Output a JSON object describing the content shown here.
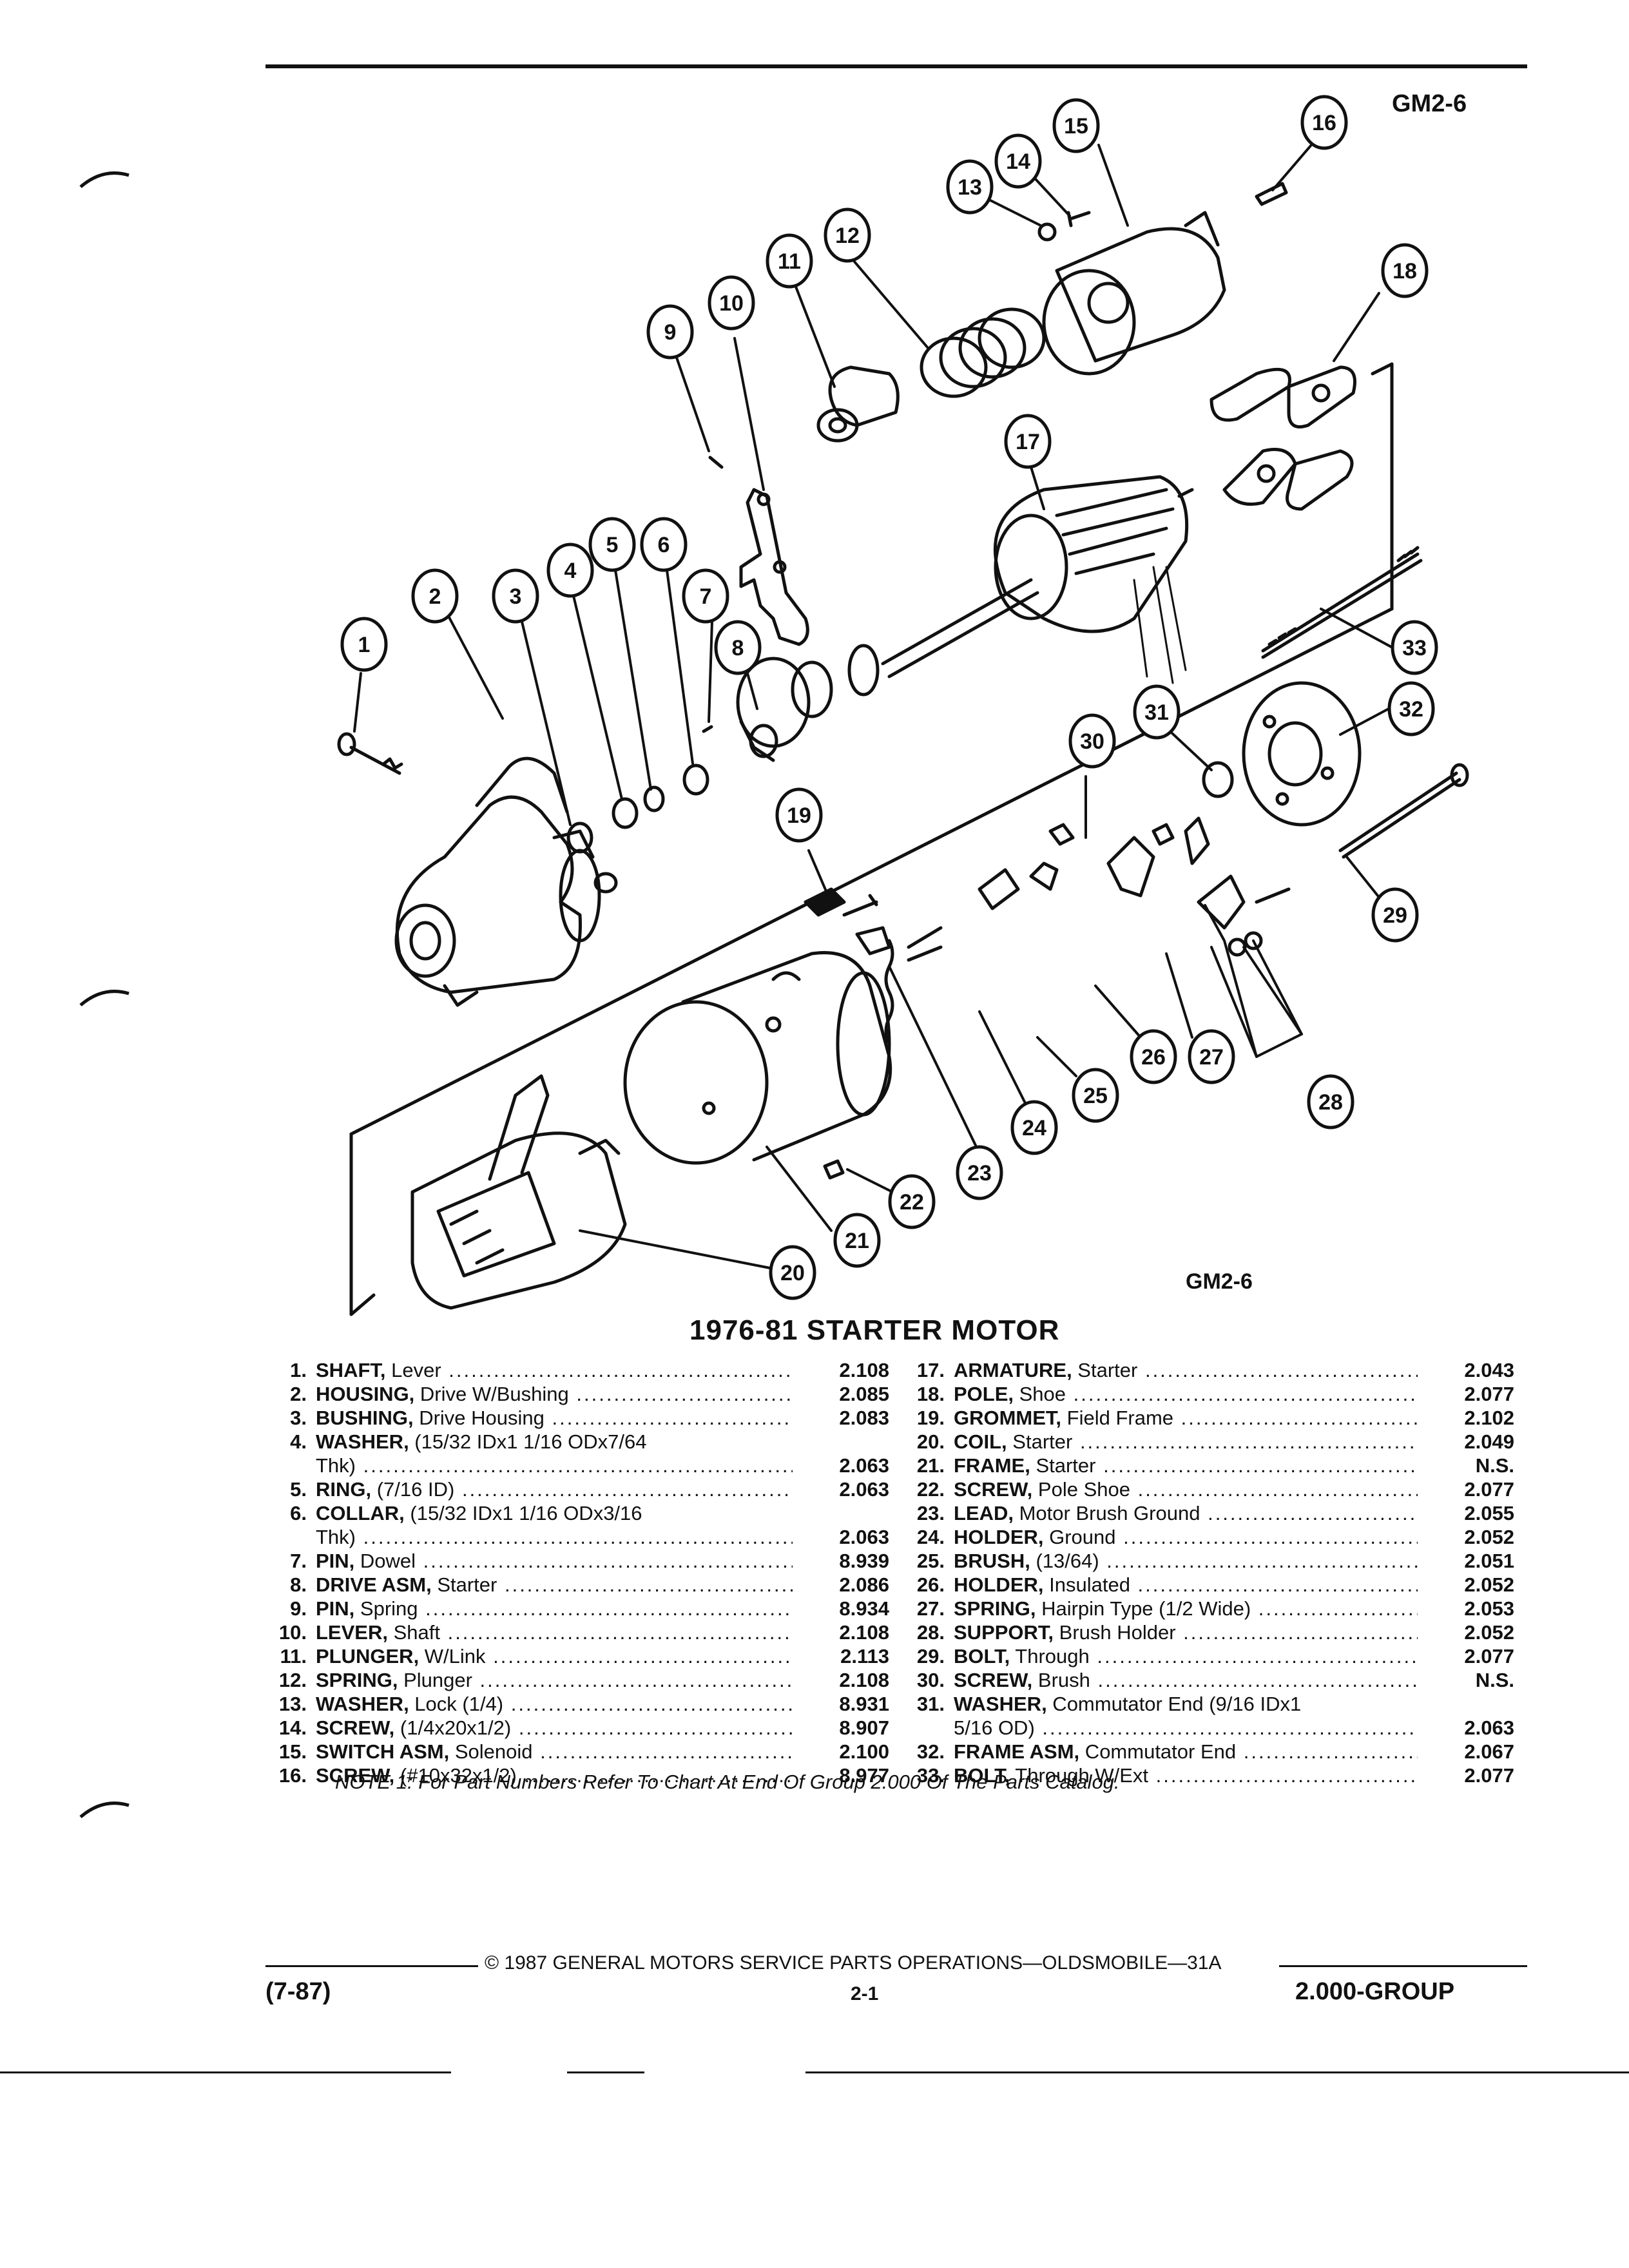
{
  "header": {
    "figure_code": "GM2-6"
  },
  "diagram": {
    "figure_code": "GM2-6",
    "callouts": [
      "1",
      "2",
      "3",
      "4",
      "5",
      "6",
      "7",
      "8",
      "9",
      "10",
      "11",
      "12",
      "13",
      "14",
      "15",
      "16",
      "17",
      "18",
      "19",
      "20",
      "21",
      "22",
      "23",
      "24",
      "25",
      "26",
      "27",
      "28",
      "29",
      "30",
      "31",
      "32",
      "33"
    ]
  },
  "title": "1976-81 STARTER MOTOR",
  "parts_left": [
    {
      "num": "1.",
      "name": "SHAFT,",
      "desc": " Lever",
      "value": "2.108"
    },
    {
      "num": "2.",
      "name": "HOUSING,",
      "desc": " Drive W/Bushing",
      "value": "2.085"
    },
    {
      "num": "3.",
      "name": "BUSHING,",
      "desc": " Drive Housing",
      "value": "2.083"
    },
    {
      "num": "4.",
      "name": "WASHER,",
      "desc": " (15/32 IDx1 1/16 ODx7/64",
      "value": ""
    },
    {
      "num": "",
      "name": "",
      "desc": "Thk)",
      "value": "2.063"
    },
    {
      "num": "5.",
      "name": "RING,",
      "desc": " (7/16 ID)",
      "value": "2.063"
    },
    {
      "num": "6.",
      "name": "COLLAR,",
      "desc": " (15/32 IDx1 1/16 ODx3/16",
      "value": ""
    },
    {
      "num": "",
      "name": "",
      "desc": "Thk)",
      "value": "2.063"
    },
    {
      "num": "7.",
      "name": "PIN,",
      "desc": " Dowel",
      "value": "8.939"
    },
    {
      "num": "8.",
      "name": "DRIVE ASM,",
      "desc": " Starter",
      "value": "2.086"
    },
    {
      "num": "9.",
      "name": "PIN,",
      "desc": " Spring",
      "value": "8.934"
    },
    {
      "num": "10.",
      "name": "LEVER,",
      "desc": " Shaft",
      "value": "2.108"
    },
    {
      "num": "11.",
      "name": "PLUNGER,",
      "desc": " W/Link",
      "value": "2.113"
    },
    {
      "num": "12.",
      "name": "SPRING,",
      "desc": " Plunger",
      "value": "2.108"
    },
    {
      "num": "13.",
      "name": "WASHER,",
      "desc": " Lock (1/4)",
      "value": "8.931"
    },
    {
      "num": "14.",
      "name": "SCREW,",
      "desc": " (1/4x20x1/2)",
      "value": "8.907"
    },
    {
      "num": "15.",
      "name": "SWITCH ASM,",
      "desc": " Solenoid",
      "value": "2.100"
    },
    {
      "num": "16.",
      "name": "SCREW,",
      "desc": " (#10x32x1/2)",
      "value": "8.977"
    }
  ],
  "parts_right": [
    {
      "num": "17.",
      "name": "ARMATURE,",
      "desc": " Starter",
      "value": "2.043"
    },
    {
      "num": "18.",
      "name": "POLE,",
      "desc": " Shoe",
      "value": "2.077"
    },
    {
      "num": "19.",
      "name": "GROMMET,",
      "desc": " Field Frame",
      "value": "2.102"
    },
    {
      "num": "20.",
      "name": "COIL,",
      "desc": " Starter",
      "value": "2.049"
    },
    {
      "num": "21.",
      "name": "FRAME,",
      "desc": " Starter",
      "value": "N.S."
    },
    {
      "num": "22.",
      "name": "SCREW,",
      "desc": " Pole Shoe",
      "value": "2.077"
    },
    {
      "num": "23.",
      "name": "LEAD,",
      "desc": " Motor Brush Ground",
      "value": "2.055"
    },
    {
      "num": "24.",
      "name": "HOLDER,",
      "desc": " Ground",
      "value": "2.052"
    },
    {
      "num": "25.",
      "name": "BRUSH,",
      "desc": " (13/64)",
      "value": "2.051"
    },
    {
      "num": "26.",
      "name": "HOLDER,",
      "desc": " Insulated",
      "value": "2.052"
    },
    {
      "num": "27.",
      "name": "SPRING,",
      "desc": " Hairpin Type (1/2 Wide)",
      "value": "2.053"
    },
    {
      "num": "28.",
      "name": "SUPPORT,",
      "desc": " Brush Holder",
      "value": "2.052"
    },
    {
      "num": "29.",
      "name": "BOLT,",
      "desc": " Through",
      "value": "2.077"
    },
    {
      "num": "30.",
      "name": "SCREW,",
      "desc": " Brush",
      "value": "N.S."
    },
    {
      "num": "31.",
      "name": "WASHER,",
      "desc": " Commutator End (9/16 IDx1",
      "value": ""
    },
    {
      "num": "",
      "name": "",
      "desc": "5/16 OD)",
      "value": "2.063"
    },
    {
      "num": "32.",
      "name": "FRAME ASM,",
      "desc": " Commutator End",
      "value": "2.067"
    },
    {
      "num": "33.",
      "name": "BOLT,",
      "desc": " Through W/Ext",
      "value": "2.077"
    }
  ],
  "note": "NOTE 1: For Part Numbers Refer To Chart At End Of Group 2.000 Of The Parts Catalog.",
  "footer": {
    "copyright": "© 1987 GENERAL MOTORS SERVICE PARTS OPERATIONS—OLDSMOBILE—31A",
    "date": "(7-87)",
    "page": "2-1",
    "group": "2.000-GROUP"
  },
  "colors": {
    "ink": "#111111",
    "paper": "#ffffff"
  }
}
